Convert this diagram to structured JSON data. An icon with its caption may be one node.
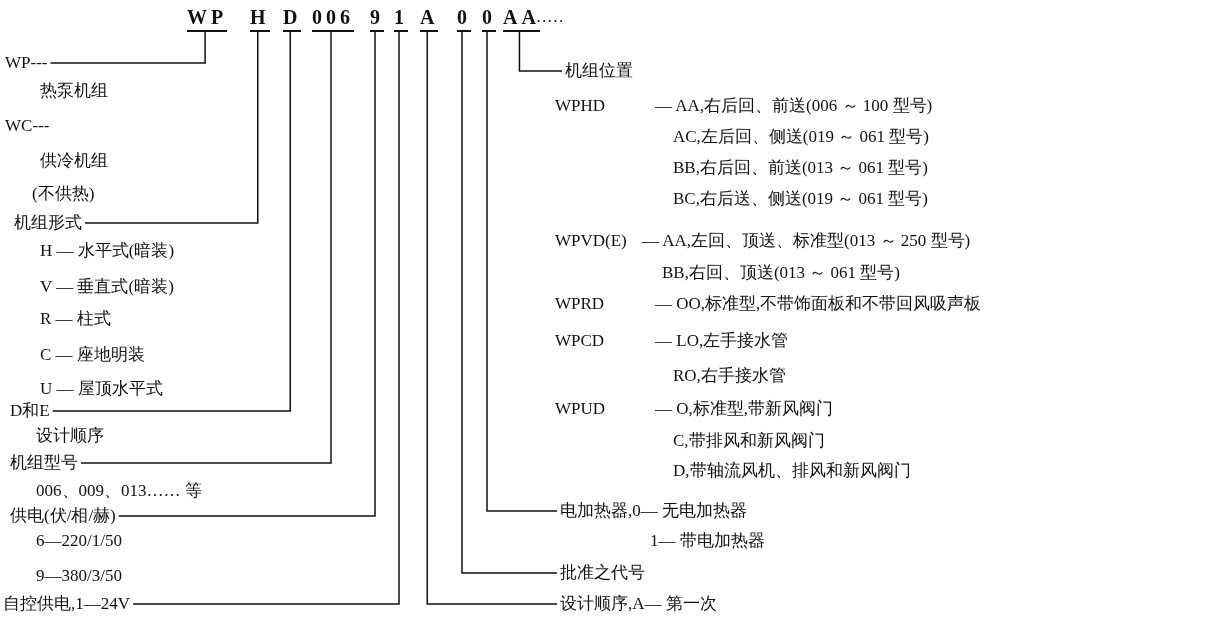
{
  "diagram": {
    "nodes": [
      {
        "text": [
          "WP"
        ]
      },
      {
        "text": [
          "H"
        ]
      },
      {
        "text": [
          "D"
        ]
      },
      {
        "text": [
          "006"
        ]
      },
      {
        "text": [
          "9"
        ]
      },
      {
        "text": [
          "1"
        ]
      },
      {
        "text": [
          "A"
        ]
      },
      {
        "text": [
          "0"
        ]
      },
      {
        "text": [
          "0"
        ]
      },
      {
        "text": [
          "AA"
        ]
      },
      {
        "text": [
          "WP---",
          "热泵机组",
          "WC---",
          "供冷机组",
          "(不供热)"
        ]
      },
      {
        "text": [
          "机组形式",
          "H — 水平式(暗装)",
          "V — 垂直式(暗装)",
          "R — 柱式",
          "C — 座地明装",
          "U — 屋顶水平式"
        ]
      },
      {
        "text": [
          "D和E",
          "设计顺序"
        ]
      },
      {
        "text": [
          "机组型号",
          "006、009、013…… 等"
        ]
      },
      {
        "text": [
          "供电(伏/相/赫)",
          "6—220/1/50",
          "9—380/3/50"
        ]
      },
      {
        "text": [
          "自控供电,1—24V"
        ]
      },
      {
        "text": [
          "机组位置",
          "WPHD",
          "— AA,右后回、前送(006 ～ 100 型号)",
          "AC,左后回、侧送(019 ～ 061 型号)",
          "BB,右后回、前送(013 ～ 061 型号)",
          "BC,右后送、侧送(019 ～ 061 型号)",
          "WPVD(E)",
          "— AA,左回、顶送、标准型(013 ～ 250 型号)",
          "BB,右回、顶送(013 ～ 061 型号)",
          "WPRD",
          "— OO,标准型,不带饰面板和不带回风吸声板",
          "WPCD",
          "— LO,左手接水管",
          "RO,右手接水管",
          "WPUD",
          "— O,标准型,带新风阀门",
          "C,带排风和新风阀门",
          "D,带轴流风机、排风和新风阀门"
        ]
      },
      {
        "text": [
          "电加热器,0— 无电加热器",
          "1— 带电加热器"
        ]
      },
      {
        "text": [
          "批准之代号"
        ]
      },
      {
        "text": [
          "设计顺序,A— 第一次"
        ]
      }
    ],
    "edges": [
      {
        "from": 0,
        "to": 10,
        "arrow": "none"
      },
      {
        "from": 1,
        "to": 11,
        "arrow": "none"
      },
      {
        "from": 2,
        "to": 12,
        "arrow": "none"
      },
      {
        "from": 3,
        "to": 13,
        "arrow": "none"
      },
      {
        "from": 4,
        "to": 14,
        "arrow": "none"
      },
      {
        "from": 5,
        "to": 15,
        "arrow": "none"
      },
      {
        "from": 9,
        "to": 16,
        "arrow": "none"
      },
      {
        "from": 8,
        "to": 17,
        "arrow": "none"
      },
      {
        "from": 7,
        "to": 18,
        "arrow": "none"
      },
      {
        "from": 6,
        "to": 19,
        "arrow": "none"
      }
    ],
    "labels": [
      "……"
    ]
  }
}
